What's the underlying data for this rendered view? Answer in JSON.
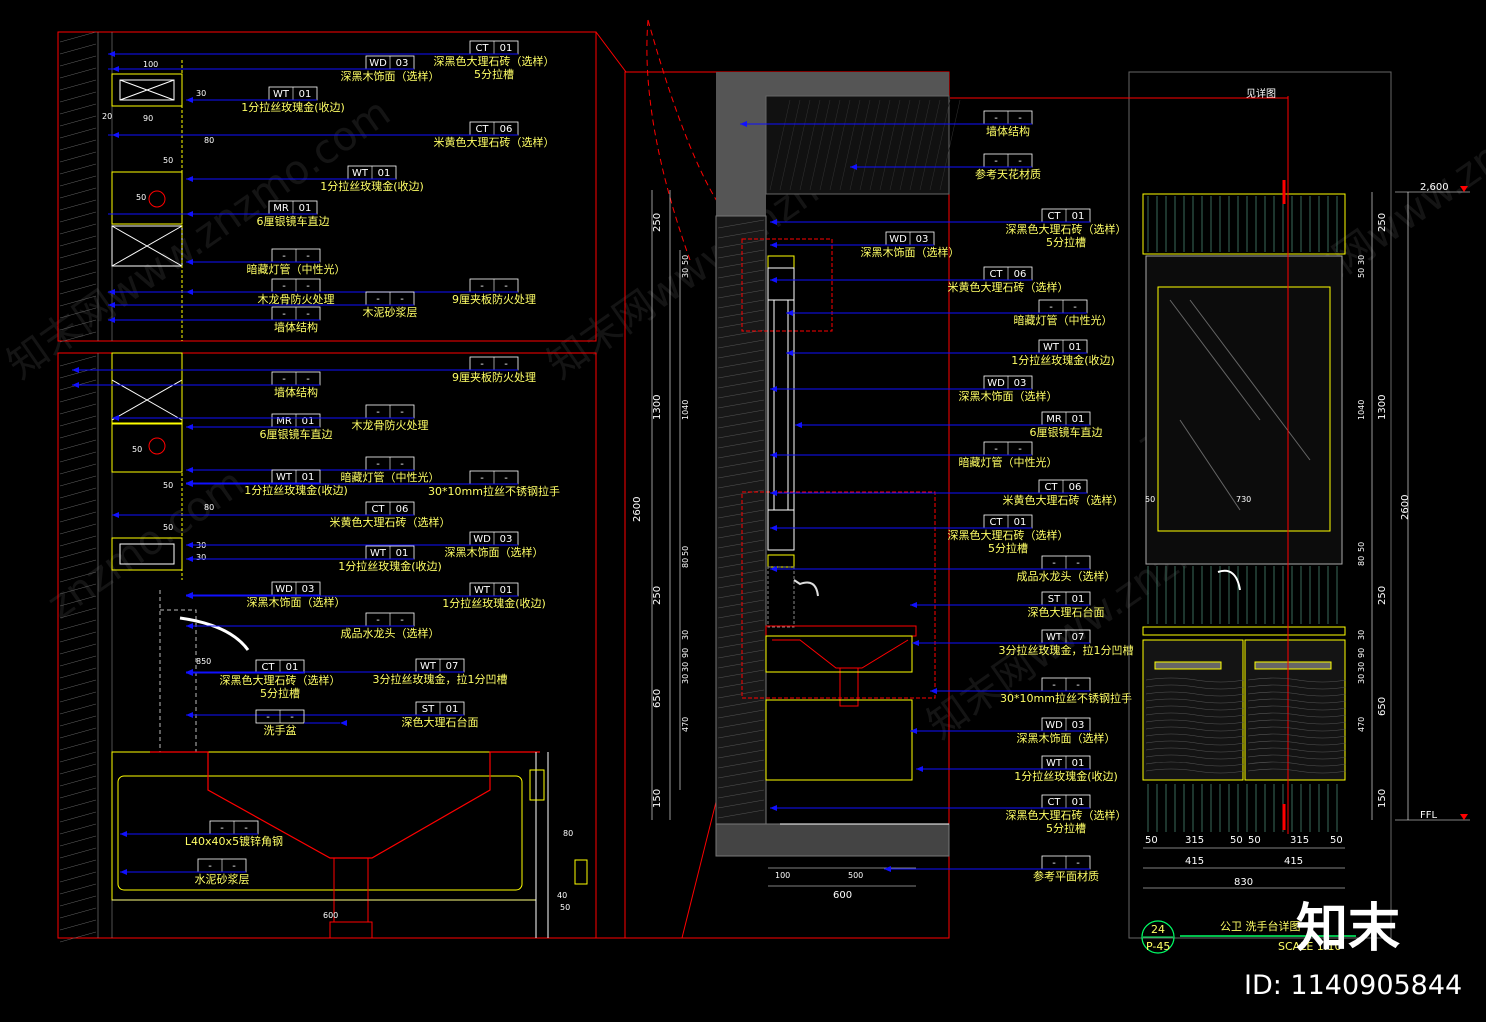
{
  "title": {
    "number": "24",
    "sheet": "P-45",
    "main": "公卫 洗手台详图",
    "scale": "SCALE 1:10"
  },
  "watermarks": [
    "知末网www.znzmo.com",
    "znzmo.com"
  ],
  "brand": "知末",
  "id_label": "ID: 1140905844",
  "elev_labels": {
    "top": "2,600",
    "bottom": "FFL"
  },
  "see_detail": "见详图",
  "elevation_dims": {
    "v_left": [
      "250",
      "1300",
      "250",
      "650",
      "150"
    ],
    "v_inner": [
      "30",
      "50",
      "1040",
      "50",
      "80",
      "30",
      "90",
      "30",
      "30",
      "470"
    ],
    "total": "2600",
    "h_parts": [
      "50",
      "315",
      "50",
      "50",
      "315",
      "50"
    ],
    "h_sub": [
      "415",
      "415"
    ],
    "h_total": "830",
    "mirror_w": "730",
    "mirror_side": "50"
  },
  "section_dims": {
    "v_left": [
      "250",
      "1300",
      "250",
      "650",
      "150"
    ],
    "v_inner": [
      "50",
      "30",
      "1040",
      "50",
      "80",
      "30",
      "90",
      "30",
      "30",
      "470"
    ],
    "total": "2600",
    "h_parts": [
      "100",
      "500"
    ],
    "h_total": "600"
  },
  "details_dims": [
    "100",
    "20",
    "90",
    "30",
    "50",
    "80",
    "50",
    "50",
    "30",
    "80",
    "50",
    "30",
    "50",
    "850",
    "600",
    "40",
    "50",
    "80"
  ],
  "section_tags": [
    {
      "code": "-",
      "num": "-",
      "label": "墙体结构"
    },
    {
      "code": "-",
      "num": "-",
      "label": "参考天花材质"
    },
    {
      "code": "CT",
      "num": "01",
      "label": "深黑色大理石砖（选样）",
      "sub": "5分拉槽"
    },
    {
      "code": "WD",
      "num": "03",
      "label": "深黑木饰面（选样）"
    },
    {
      "code": "CT",
      "num": "06",
      "label": "米黄色大理石砖（选样）"
    },
    {
      "code": "-",
      "num": "-",
      "label": "暗藏灯管（中性光）"
    },
    {
      "code": "WT",
      "num": "01",
      "label": "1分拉丝玫瑰金(收边)"
    },
    {
      "code": "WD",
      "num": "03",
      "label": "深黑木饰面（选样）"
    },
    {
      "code": "MR",
      "num": "01",
      "label": "6厘银镜车直边"
    },
    {
      "code": "-",
      "num": "-",
      "label": "暗藏灯管（中性光）"
    },
    {
      "code": "CT",
      "num": "06",
      "label": "米黄色大理石砖（选样）"
    },
    {
      "code": "CT",
      "num": "01",
      "label": "深黑色大理石砖（选样）",
      "sub": "5分拉槽"
    },
    {
      "code": "-",
      "num": "-",
      "label": "成品水龙头（选样）"
    },
    {
      "code": "ST",
      "num": "01",
      "label": "深色大理石台面"
    },
    {
      "code": "WT",
      "num": "07",
      "label": "3分拉丝玫瑰金，拉1分凹槽"
    },
    {
      "code": "-",
      "num": "-",
      "label": "30*10mm拉丝不锈钢拉手"
    },
    {
      "code": "WD",
      "num": "03",
      "label": "深黑木饰面（选样）"
    },
    {
      "code": "WT",
      "num": "01",
      "label": "1分拉丝玫瑰金(收边)"
    },
    {
      "code": "CT",
      "num": "01",
      "label": "深黑色大理石砖（选样）",
      "sub": "5分拉槽"
    },
    {
      "code": "-",
      "num": "-",
      "label": "参考平面材质"
    }
  ],
  "top_detail_tags": [
    {
      "code": "CT",
      "num": "01",
      "label": "深黑色大理石砖（选样）",
      "sub": "5分拉槽"
    },
    {
      "code": "WD",
      "num": "03",
      "label": "深黑木饰面（选样）"
    },
    {
      "code": "WT",
      "num": "01",
      "label": "1分拉丝玫瑰金(收边)"
    },
    {
      "code": "CT",
      "num": "06",
      "label": "米黄色大理石砖（选样）"
    },
    {
      "code": "WT",
      "num": "01",
      "label": "1分拉丝玫瑰金(收边)"
    },
    {
      "code": "MR",
      "num": "01",
      "label": "6厘银镜车直边"
    },
    {
      "code": "-",
      "num": "-",
      "label": "暗藏灯管（中性光）"
    },
    {
      "code": "-",
      "num": "-",
      "label": "木龙骨防火处理"
    },
    {
      "code": "-",
      "num": "-",
      "label": "9厘夹板防火处理"
    },
    {
      "code": "-",
      "num": "-",
      "label": "木泥砂浆层"
    },
    {
      "code": "-",
      "num": "-",
      "label": "墙体结构"
    }
  ],
  "bottom_detail_tags": [
    {
      "code": "-",
      "num": "-",
      "label": "9厘夹板防火处理"
    },
    {
      "code": "-",
      "num": "-",
      "label": "墙体结构"
    },
    {
      "code": "MR",
      "num": "01",
      "label": "6厘银镜车直边"
    },
    {
      "code": "-",
      "num": "-",
      "label": "木龙骨防火处理"
    },
    {
      "code": "-",
      "num": "-",
      "label": "暗藏灯管（中性光）"
    },
    {
      "code": "WT",
      "num": "01",
      "label": "1分拉丝玫瑰金(收边)"
    },
    {
      "code": "-",
      "num": "-",
      "label": "30*10mm拉丝不锈钢拉手"
    },
    {
      "code": "CT",
      "num": "06",
      "label": "米黄色大理石砖（选样）"
    },
    {
      "code": "WD",
      "num": "03",
      "label": "深黑木饰面（选样）"
    },
    {
      "code": "WT",
      "num": "01",
      "label": "1分拉丝玫瑰金(收边)"
    },
    {
      "code": "WD",
      "num": "03",
      "label": "深黑木饰面（选样）"
    },
    {
      "code": "WT",
      "num": "01",
      "label": "1分拉丝玫瑰金(收边)"
    },
    {
      "code": "-",
      "num": "-",
      "label": "成品水龙头（选样）"
    },
    {
      "code": "CT",
      "num": "01",
      "label": "深黑色大理石砖（选样）",
      "sub": "5分拉槽"
    },
    {
      "code": "WT",
      "num": "07",
      "label": "3分拉丝玫瑰金，拉1分凹槽"
    },
    {
      "code": "ST",
      "num": "01",
      "label": "深色大理石台面"
    },
    {
      "code": "-",
      "num": "-",
      "label": "洗手盆"
    },
    {
      "code": "-",
      "num": "-",
      "label": "L40x40x5镀锌角钢"
    },
    {
      "code": "-",
      "num": "-",
      "label": "水泥砂浆层"
    }
  ],
  "colors": {
    "background": "#000000",
    "border": "#ff0000",
    "leader": "#1010ff",
    "text": "#ffff66",
    "tag": "#ffffff",
    "gold": "#ffff00",
    "dim": "#ffffff"
  }
}
